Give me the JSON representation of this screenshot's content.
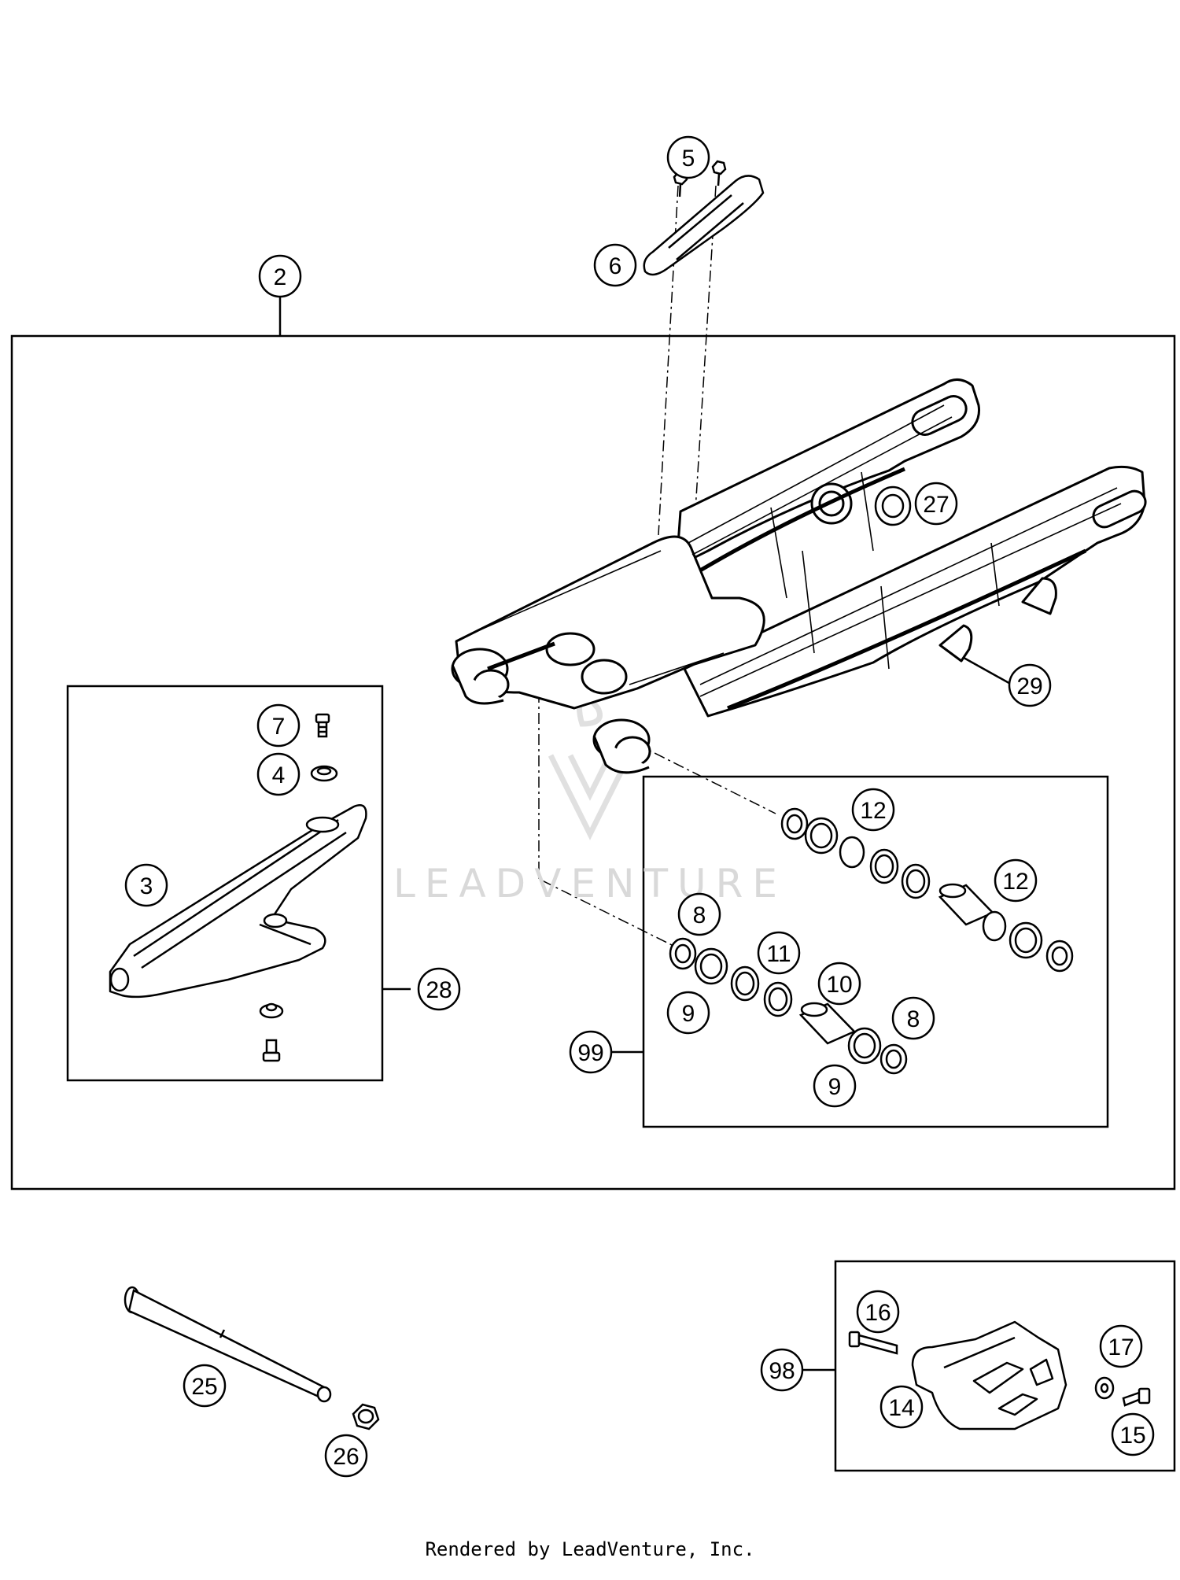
{
  "watermark": "LEADVENTURE",
  "footer": "Rendered by LeadVenture, Inc.",
  "callouts": {
    "c2": "2",
    "c3": "3",
    "c4": "4",
    "c5": "5",
    "c6": "6",
    "c7": "7",
    "c8a": "8",
    "c8b": "8",
    "c9a": "9",
    "c9b": "9",
    "c10": "10",
    "c11": "11",
    "c12a": "12",
    "c12b": "12",
    "c14": "14",
    "c15": "15",
    "c16": "16",
    "c17": "17",
    "c25": "25",
    "c26": "26",
    "c27": "27",
    "c28": "28",
    "c29": "29",
    "c98": "98",
    "c99": "99"
  }
}
